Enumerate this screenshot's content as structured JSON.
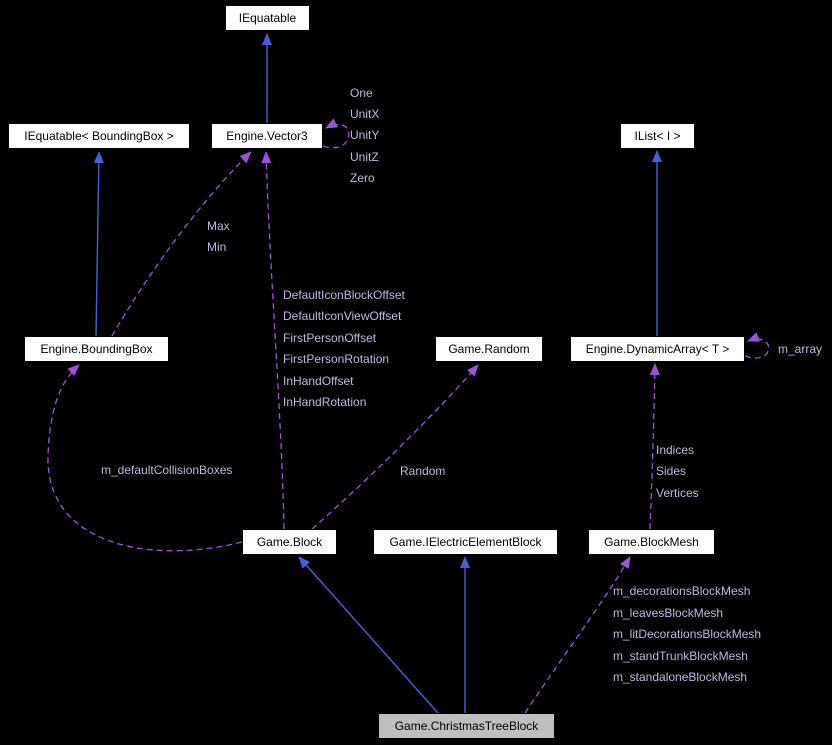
{
  "nodes": {
    "iequatable": {
      "label": "IEquatable"
    },
    "iequatable_boundingbox": {
      "label": "IEquatable< BoundingBox >"
    },
    "vector3": {
      "label": "Engine.Vector3"
    },
    "ilist": {
      "label": "IList< I >"
    },
    "boundingbox": {
      "label": "Engine.BoundingBox"
    },
    "random": {
      "label": "Game.Random"
    },
    "dynamicarray": {
      "label": "Engine.DynamicArray< T >"
    },
    "block": {
      "label": "Game.Block"
    },
    "ielectricelementblock": {
      "label": "Game.IElectricElementBlock"
    },
    "blockmesh": {
      "label": "Game.BlockMesh"
    },
    "christmastreeblock": {
      "label": "Game.ChristmasTreeBlock"
    }
  },
  "edges": {
    "vector3_self": {
      "labels": [
        "One",
        "UnitX",
        "UnitY",
        "UnitZ",
        "Zero"
      ]
    },
    "boundingbox_to_vector3": {
      "labels": [
        "Max",
        "Min"
      ]
    },
    "block_to_vector3": {
      "labels": [
        "DefaultIconBlockOffset",
        "DefaultIconViewOffset",
        "FirstPersonOffset",
        "FirstPersonRotation",
        "InHandOffset",
        "InHandRotation"
      ]
    },
    "block_to_random": {
      "labels": [
        "Random"
      ]
    },
    "block_to_boundingbox": {
      "labels": [
        "m_defaultCollisionBoxes"
      ]
    },
    "dynamicarray_self": {
      "labels": [
        "m_array"
      ]
    },
    "blockmesh_to_dynamicarray": {
      "labels": [
        "Indices",
        "Sides",
        "Vertices"
      ]
    },
    "christmastreeblock_to_blockmesh": {
      "labels": [
        "m_decorationsBlockMesh",
        "m_leavesBlockMesh",
        "m_litDecorationsBlockMesh",
        "m_standTrunkBlockMesh",
        "m_standaloneBlockMesh"
      ]
    }
  },
  "colors": {
    "background": "#000000",
    "node_background": "#ffffff",
    "node_text": "#000000",
    "highlight_background": "#bebebe",
    "inheritance_arrow": "#4560d8",
    "usage_arrow": "#a052d8",
    "edge_label_text": "#c4b4e0"
  }
}
